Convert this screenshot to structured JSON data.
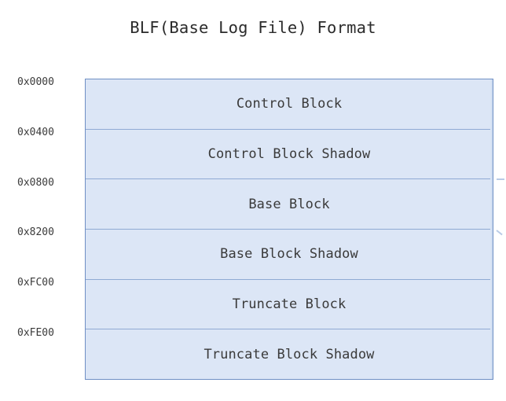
{
  "title": "BLF(Base Log File) Format",
  "colors": {
    "block_fill": "#dce6f6",
    "block_border": "#6f8fc4",
    "row_divider": "#8faad4",
    "text": "#3a3a3a",
    "title_text": "#2b2b2b",
    "background": "#ffffff"
  },
  "memory_map": {
    "rows": [
      {
        "address": "0x0000",
        "label": "Control Block"
      },
      {
        "address": "0x0400",
        "label": "Control Block Shadow"
      },
      {
        "address": "0x0800",
        "label": "Base Block"
      },
      {
        "address": "0x8200",
        "label": "Base Block Shadow"
      },
      {
        "address": "0xFC00",
        "label": "Truncate Block"
      },
      {
        "address": "0xFE00",
        "label": "Truncate Block Shadow"
      }
    ]
  }
}
